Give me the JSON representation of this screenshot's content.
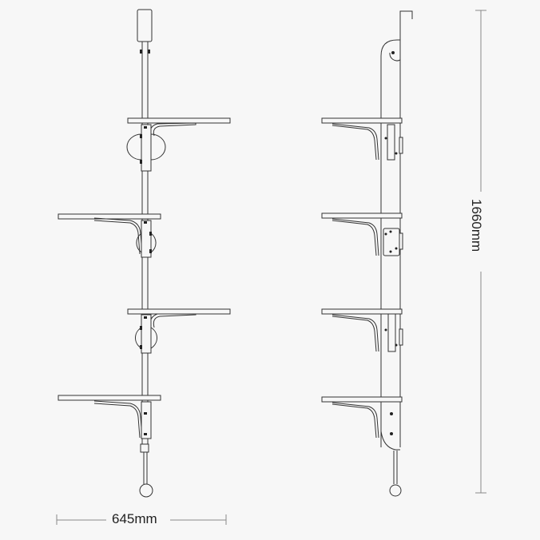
{
  "diagram": {
    "type": "product-dimension-drawing",
    "views": [
      {
        "name": "front-view",
        "shelves": 4,
        "shelf_layout": [
          "right",
          "left",
          "right",
          "left"
        ]
      },
      {
        "name": "side-view",
        "shelves": 4
      }
    ],
    "dimensions": {
      "width_label": "645mm",
      "height_label": "1660mm"
    },
    "colors": {
      "background": "#f7f7f7",
      "line": "#333333",
      "dimension_line": "#888888"
    }
  }
}
